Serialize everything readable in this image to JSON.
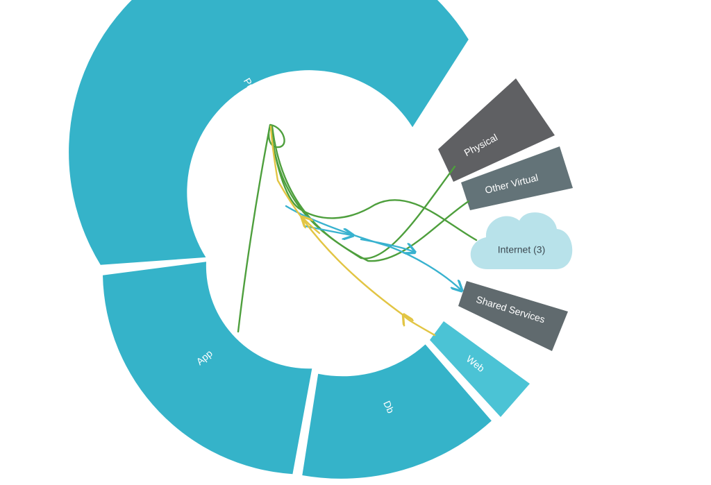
{
  "segments": {
    "prod": "Prod",
    "app": "App",
    "db": "Db",
    "web": "Web"
  },
  "external": {
    "physical": "Physical",
    "other_virtual": "Other Virtual",
    "internet": "Internet (3)",
    "shared_services": "Shared Services"
  },
  "colors": {
    "segment": "#35b3c9",
    "web_segment": "#4bc3d5",
    "physical": "#5f6063",
    "other_virtual": "#637378",
    "shared_services": "#606a6e",
    "cloud": "#b8e2ea",
    "flow_green": "#4e9f3d",
    "flow_blue": "#38b2cf",
    "flow_yellow": "#e2c544"
  }
}
